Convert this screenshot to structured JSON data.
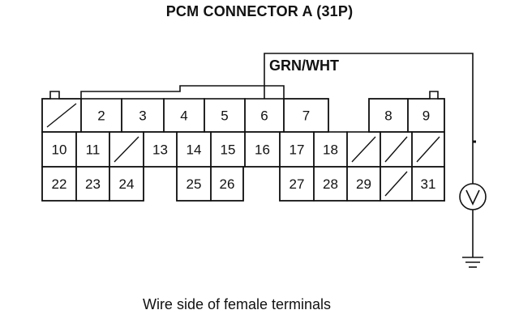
{
  "title": "PCM CONNECTOR A (31P)",
  "wire_label": "GRN/WHT",
  "caption": "Wire side of female terminals",
  "meter_symbol": "V",
  "connector": {
    "rows": [
      {
        "cells": [
          "",
          "2",
          "3",
          "4",
          "5",
          "6",
          "7",
          "8",
          "9"
        ]
      },
      {
        "cells": [
          "10",
          "11",
          "",
          "13",
          "14",
          "15",
          "16",
          "17",
          "18",
          "",
          "",
          ""
        ]
      },
      {
        "cells": [
          "22",
          "23",
          "24",
          "25",
          "26",
          "27",
          "28",
          "29",
          "",
          "31"
        ]
      }
    ]
  }
}
